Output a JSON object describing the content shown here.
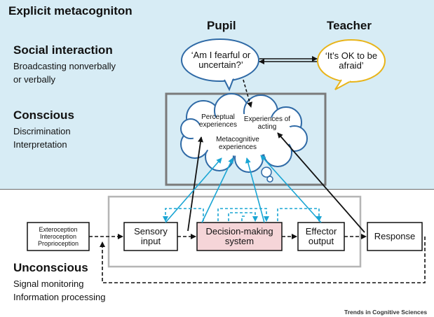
{
  "title": "Explicit metacogniton",
  "sections": {
    "social": {
      "heading": "Social interaction",
      "lines": [
        "Broadcasting nonverbally",
        "or verbally"
      ]
    },
    "conscious": {
      "heading": "Conscious",
      "lines": [
        "Discrimination",
        "Interpretation"
      ]
    },
    "unconscious": {
      "heading": "Unconscious",
      "lines": [
        "Signal monitoring",
        "Information processing"
      ]
    }
  },
  "roles": {
    "pupil": "Pupil",
    "teacher": "Teacher"
  },
  "bubbles": {
    "pupil": "‘Am I fearful or uncertain?’",
    "teacher": "‘It’s OK to be afraid’"
  },
  "cloud": {
    "perceptual": "Perceptual experiences",
    "acting": "Experiences of acting",
    "metacognitive": "Metacognitive experiences"
  },
  "boxes": {
    "inputs": [
      "Exteroception",
      "Interoception",
      "Proprioception"
    ],
    "sensory": "Sensory input",
    "decision": "Decision-making system",
    "effector": "Effector output",
    "response": "Response"
  },
  "credit": "Trends in Cognitive Sciences",
  "colors": {
    "upper_band": "#d7ecf5",
    "pupil_bubble_border": "#2f6aa6",
    "teacher_bubble_border": "#e8b41a",
    "cloud_border": "#2f6aa6",
    "decision_fill": "#f5d5d8",
    "blue_arrows": "#1aa5d4",
    "frame_gray": "#7a7a7a"
  }
}
